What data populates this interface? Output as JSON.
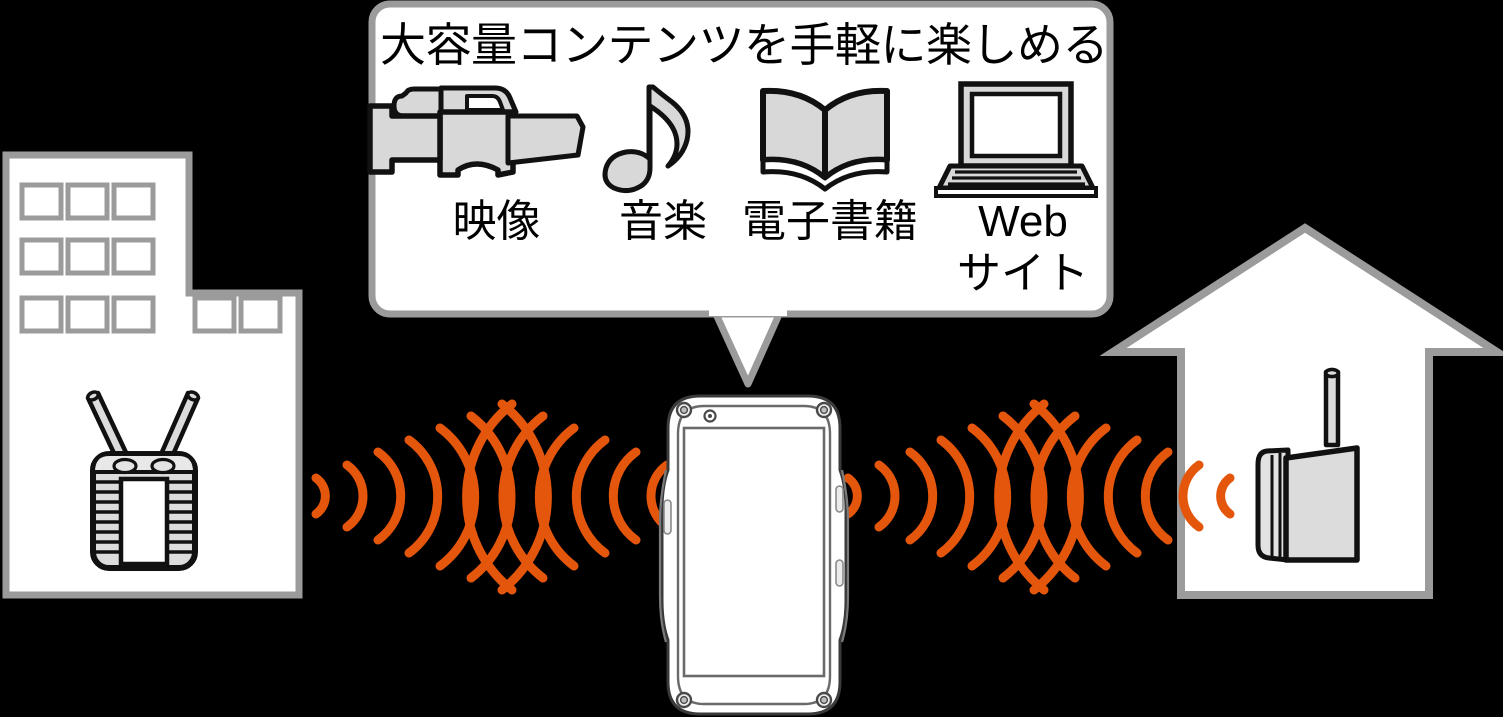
{
  "diagram": {
    "title_hidden": "大容量コンテンツを手軽に楽しめる",
    "background_color": "#000000",
    "accent_color": "#E4560C",
    "fill_color": "#D8D8D8",
    "outline_color": "#9B9B9B",
    "stroke_color": "#111111"
  },
  "callout": {
    "heading": "大容量コンテンツを手軽に楽しめる",
    "box_fill": "#FFFFFF",
    "box_border": "#9B9B9B",
    "items": [
      {
        "icon": "video-camera-icon",
        "label": "映像"
      },
      {
        "icon": "music-note-icon",
        "label": "音楽"
      },
      {
        "icon": "open-book-icon",
        "label": "電子書籍"
      },
      {
        "icon": "laptop-icon",
        "label": "Web\nサイト"
      }
    ],
    "item_labels": {
      "video": "映像",
      "music": "音楽",
      "ebook": "電子書籍",
      "web_line1": "Web",
      "web_line2": "サイト"
    }
  },
  "scene": {
    "left_node": {
      "name": "office-building",
      "device": "wireless-router",
      "window_rows": 3,
      "windows_per_row": 3,
      "annex_windows": 2
    },
    "center_node": {
      "name": "rugged-smartphone",
      "screw_corners": 4,
      "camera_dots": 1
    },
    "right_node": {
      "name": "house",
      "device": "wireless-access-point",
      "antennas": 1
    },
    "signals": {
      "color": "#E4560C",
      "left_group_arcs": 7,
      "right_group_arcs": 7,
      "groups": 4
    }
  }
}
